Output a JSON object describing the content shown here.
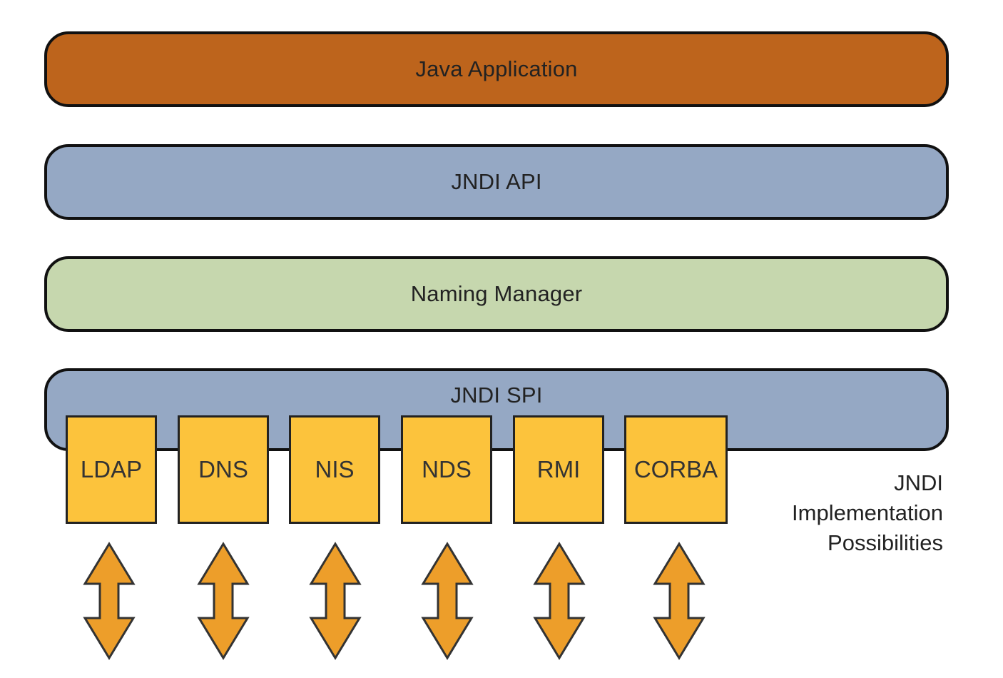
{
  "layers": {
    "app": "Java Application",
    "api": "JNDI API",
    "naming": "Naming Manager",
    "spi": "JNDI SPI"
  },
  "implementations": [
    {
      "label": "LDAP"
    },
    {
      "label": "DNS"
    },
    {
      "label": "NIS"
    },
    {
      "label": "NDS"
    },
    {
      "label": "RMI"
    },
    {
      "label": "CORBA"
    }
  ],
  "caption": {
    "line1": "JNDI",
    "line2": "Implementation",
    "line3": "Possibilities"
  },
  "colors": {
    "app": "#bd641c",
    "api": "#95a8c4",
    "naming": "#c6d7ae",
    "spi": "#95a8c4",
    "implementation": "#fcc33c",
    "arrow": "#ed9e2a"
  },
  "arrow_icon": "double-headed-vertical-arrow"
}
